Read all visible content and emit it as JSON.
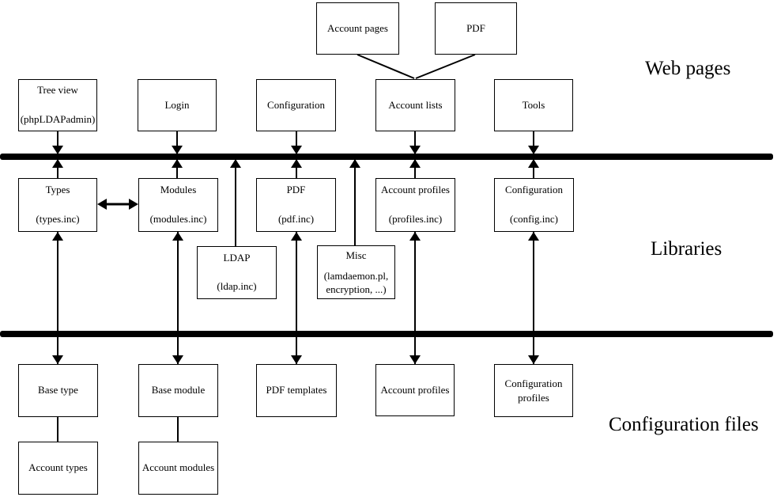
{
  "section_labels": {
    "web_pages": "Web pages",
    "libraries": "Libraries",
    "configuration_files": "Configuration files"
  },
  "top_row": {
    "account_pages": "Account pages",
    "pdf": "PDF"
  },
  "web_row": {
    "tree_view": {
      "line1": "Tree view",
      "line2": "(phpLDAPadmin)"
    },
    "login": "Login",
    "configuration": "Configuration",
    "account_lists": "Account lists",
    "tools": "Tools"
  },
  "library_row": {
    "types": {
      "line1": "Types",
      "line2": "(types.inc)"
    },
    "modules": {
      "line1": "Modules",
      "line2": "(modules.inc)"
    },
    "pdf": {
      "line1": "PDF",
      "line2": "(pdf.inc)"
    },
    "account_profiles": {
      "line1": "Account profiles",
      "line2": "(profiles.inc)"
    },
    "configuration": {
      "line1": "Configuration",
      "line2": "(config.inc)"
    },
    "ldap": {
      "line1": "LDAP",
      "line2": "(ldap.inc)"
    },
    "misc": {
      "line1": "Misc",
      "line2": "(lamdaemon.pl,",
      "line3": "encryption, ...)"
    }
  },
  "config_row": {
    "base_type": "Base type",
    "base_module": "Base module",
    "pdf_templates": "PDF templates",
    "account_profiles": "Account profiles",
    "configuration_profiles": {
      "line1": "Configuration",
      "line2": "profiles"
    }
  },
  "bottom_row": {
    "account_types": "Account types",
    "account_modules": "Account modules"
  },
  "colors": {
    "line": "#000000",
    "background": "#ffffff"
  }
}
